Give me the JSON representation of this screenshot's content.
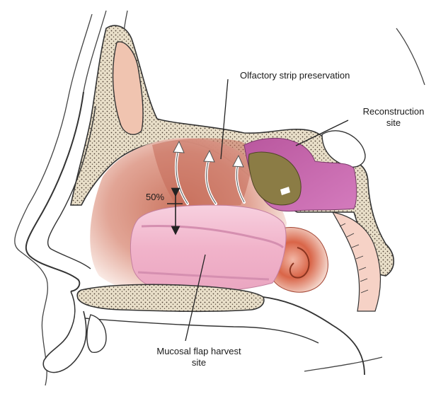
{
  "labels": {
    "olfactory": "Olfactory strip preservation",
    "reconstruction_line1": "Reconstruction",
    "reconstruction_line2": "site",
    "percent": "50%",
    "harvest_line1": "Mucosal flap harvest",
    "harvest_line2": "site"
  },
  "colors": {
    "bone_fill": "#e8dcc6",
    "bone_dots": "#5a4a3a",
    "mucosa": "#d98a78",
    "flap": "#f3b8cf",
    "reconstruction": "#c060a8",
    "tumor": "#8f8048",
    "turbinate": "#d6684a",
    "line": "#222222"
  }
}
